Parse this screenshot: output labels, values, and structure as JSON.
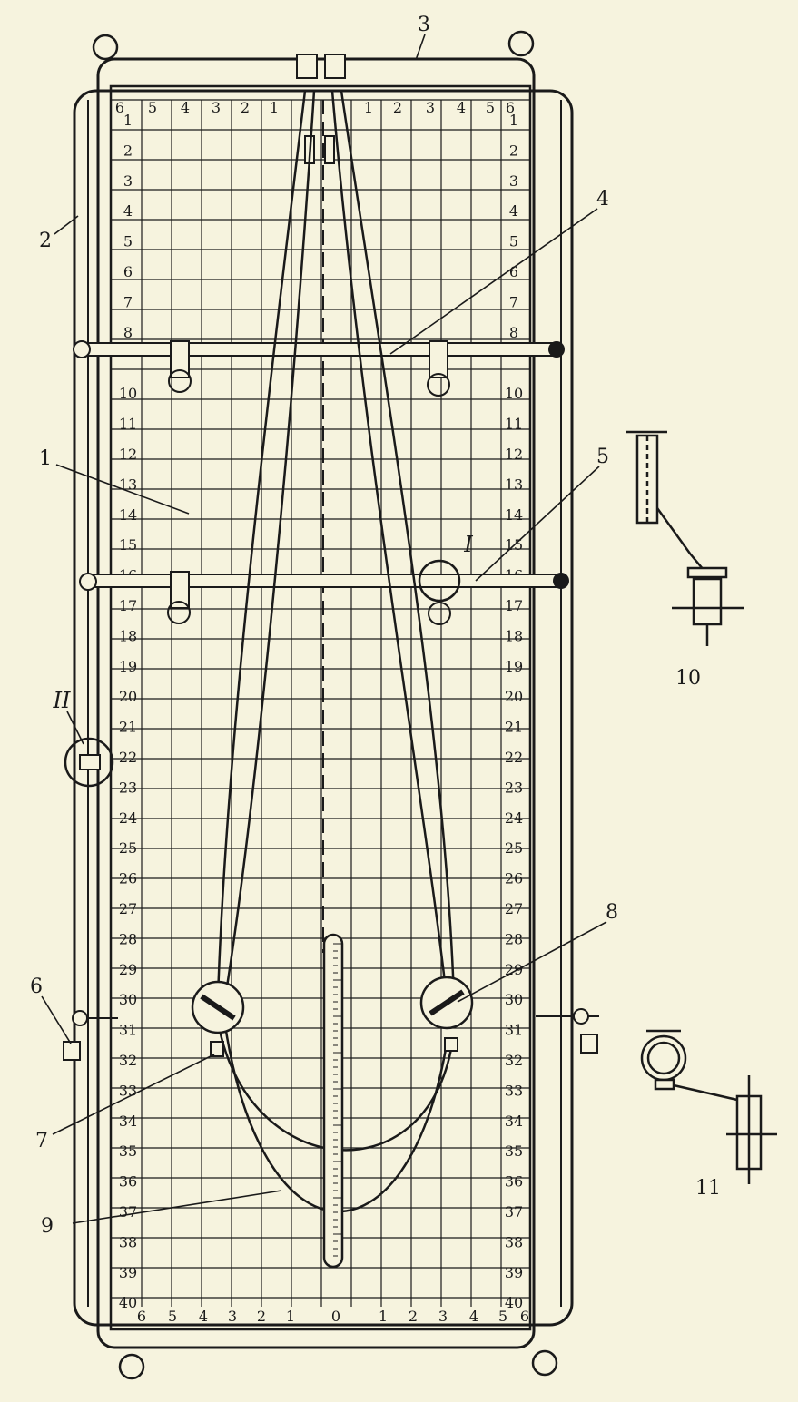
{
  "diagram": {
    "top_scale": [
      "6",
      "5",
      "4",
      "3",
      "2",
      "1",
      "1",
      "2",
      "3",
      "4",
      "5",
      "6"
    ],
    "bottom_scale": [
      "6",
      "5",
      "4",
      "3",
      "2",
      "1",
      "0",
      "1",
      "2",
      "3",
      "4",
      "5",
      "6"
    ],
    "side_scale_left": [
      "1",
      "2",
      "3",
      "4",
      "5",
      "6",
      "7",
      "8",
      "10",
      "11",
      "12",
      "13",
      "14",
      "15",
      "16",
      "17",
      "18",
      "19",
      "20",
      "21",
      "22",
      "23",
      "24",
      "25",
      "26",
      "27",
      "28",
      "29",
      "30",
      "31",
      "32",
      "33",
      "34",
      "35",
      "36",
      "37",
      "38",
      "39",
      "40"
    ],
    "side_scale_right": [
      "1",
      "2",
      "3",
      "4",
      "5",
      "6",
      "7",
      "8",
      "10",
      "11",
      "12",
      "13",
      "14",
      "15",
      "16",
      "17",
      "18",
      "19",
      "20",
      "21",
      "22",
      "23",
      "24",
      "25",
      "26",
      "27",
      "28",
      "29",
      "30",
      "31",
      "32",
      "33",
      "34",
      "35",
      "36",
      "37",
      "38",
      "39",
      "40"
    ],
    "callouts": {
      "c1": "1",
      "c2": "2",
      "c3": "3",
      "c4": "4",
      "c5": "5",
      "c6": "6",
      "c7": "7",
      "c8": "8",
      "c9": "9",
      "c10": "10",
      "c11": "11"
    },
    "detail_labels": {
      "d1": "I",
      "d2": "II"
    },
    "ink_color": "#1a1a1a",
    "paper_color": "#f6f3de"
  }
}
